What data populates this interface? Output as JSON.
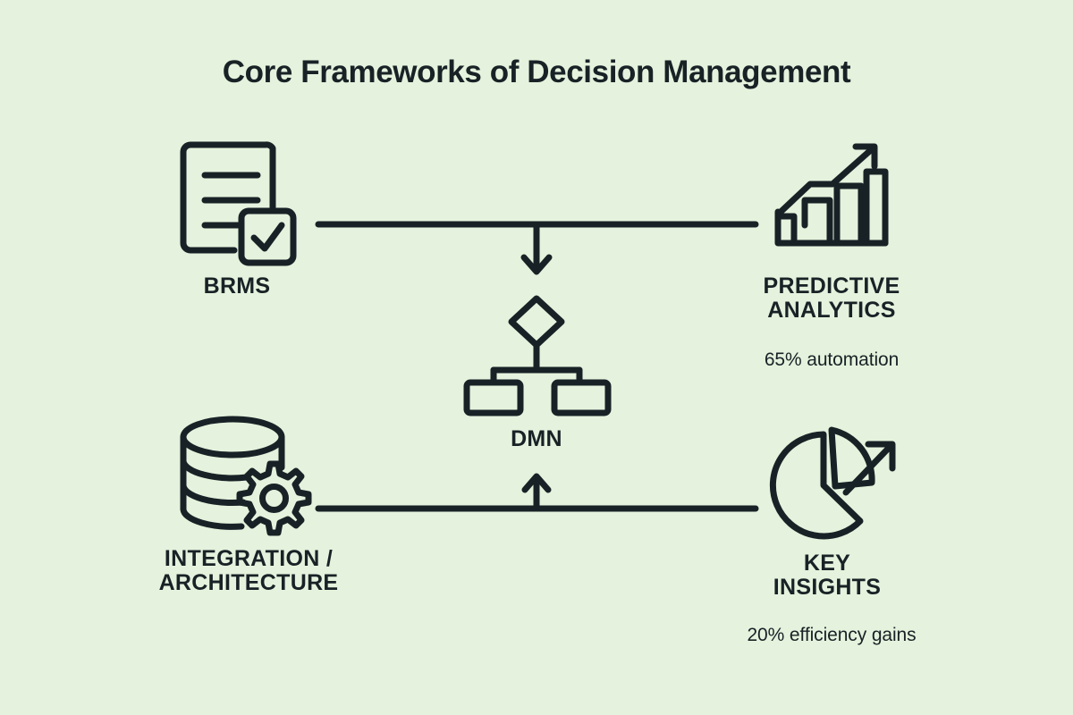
{
  "page": {
    "title": "Core Frameworks of Decision Management",
    "background_color": "#e5f2dd",
    "ink_color": "#182226"
  },
  "diagram": {
    "type": "concept-diagram",
    "nodes": [
      {
        "id": "brms",
        "label": "BRMS",
        "metric": "",
        "icon": "document-checklist-icon",
        "position": "top-left"
      },
      {
        "id": "predictive-analytics",
        "label": "PREDICTIVE\nANALYTICS",
        "label_lines": [
          "PREDICTIVE",
          "ANALYTICS"
        ],
        "metric": "65% automation",
        "icon": "growth-bar-chart-icon",
        "position": "top-right"
      },
      {
        "id": "dmn",
        "label": "DMN",
        "metric": "",
        "icon": "decision-tree-icon",
        "position": "center"
      },
      {
        "id": "integration-architecture",
        "label": "INTEGRATION /\nARCHITECTURE",
        "label_lines": [
          "INTEGRATION /",
          "ARCHITECTURE"
        ],
        "metric": "",
        "icon": "database-gear-icon",
        "position": "bottom-left"
      },
      {
        "id": "key-insights",
        "label": "KEY\nINSIGHTS",
        "label_lines": [
          "KEY",
          "INSIGHTS"
        ],
        "metric": "20% efficiency gains",
        "icon": "pie-chart-arrow-icon",
        "position": "bottom-right"
      }
    ],
    "connectors": [
      {
        "id": "top-connector",
        "from": "brms",
        "to": "predictive-analytics",
        "style": "horizontal-line",
        "branch": {
          "to": "dmn",
          "direction": "down",
          "arrow": true
        }
      },
      {
        "id": "bottom-connector",
        "from": "integration-architecture",
        "to": "key-insights",
        "style": "horizontal-line",
        "branch": {
          "to": "dmn",
          "direction": "up",
          "arrow": true
        }
      }
    ]
  },
  "chart_data": {
    "type": "bar",
    "title": "Core Frameworks of Decision Management",
    "categories": [
      "PREDICTIVE ANALYTICS",
      "KEY INSIGHTS"
    ],
    "values": [
      65,
      20
    ],
    "value_labels": [
      "65% automation",
      "20% efficiency gains"
    ],
    "xlabel": "",
    "ylabel": "",
    "ylim": [
      0,
      100
    ]
  }
}
